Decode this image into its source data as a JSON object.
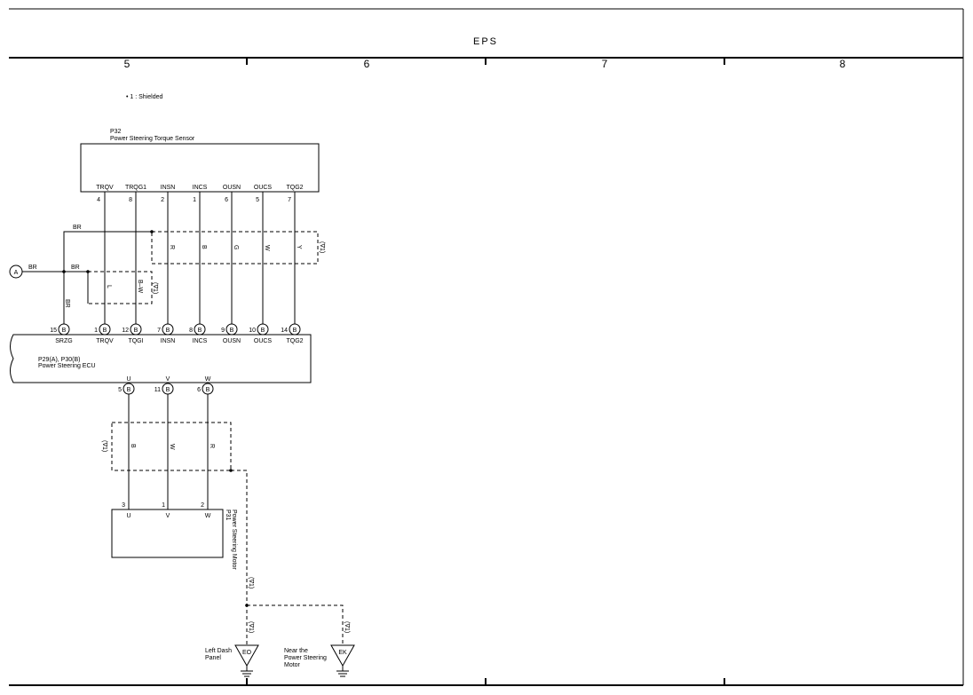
{
  "title": "EPS",
  "columns": [
    "5",
    "6",
    "7",
    "8"
  ],
  "legend": "• 1 : Shielded",
  "shield_mark": "(∇1)",
  "sensor": {
    "code": "P32",
    "name": "Power Steering Torque Sensor",
    "pins": [
      {
        "name": "TRQV",
        "num": "4"
      },
      {
        "name": "TRQG1",
        "num": "8"
      },
      {
        "name": "INSN",
        "num": "2"
      },
      {
        "name": "INCS",
        "num": "1"
      },
      {
        "name": "OUSN",
        "num": "6"
      },
      {
        "name": "OUCS",
        "num": "5"
      },
      {
        "name": "TQG2",
        "num": "7"
      }
    ]
  },
  "wire_colors_upper": [
    "L",
    "B–W",
    "R",
    "B",
    "G",
    "W",
    "Y"
  ],
  "br_labels": [
    "BR",
    "BR",
    "BR",
    "BR"
  ],
  "connector_a": "A",
  "connector_letter": "B",
  "ecu": {
    "code": "P29(A), P30(B)",
    "name": "Power Steering ECU",
    "top_pins": [
      {
        "name": "SRZG",
        "num": "15"
      },
      {
        "name": "TRQV",
        "num": "1"
      },
      {
        "name": "TQGI",
        "num": "12"
      },
      {
        "name": "INSN",
        "num": "7"
      },
      {
        "name": "INCS",
        "num": "8"
      },
      {
        "name": "OUSN",
        "num": "9"
      },
      {
        "name": "OUCS",
        "num": "10"
      },
      {
        "name": "TQG2",
        "num": "14"
      }
    ],
    "bottom_pins": [
      {
        "name": "U",
        "num": "5"
      },
      {
        "name": "V",
        "num": "11"
      },
      {
        "name": "W",
        "num": "6"
      }
    ]
  },
  "wire_colors_lower": [
    "B",
    "W",
    "R"
  ],
  "motor": {
    "code": "P31",
    "name": "Power Steering Motor",
    "pins": [
      {
        "name": "U",
        "num": "3"
      },
      {
        "name": "V",
        "num": "1"
      },
      {
        "name": "W",
        "num": "2"
      }
    ]
  },
  "grounds": [
    {
      "code": "EO",
      "label": "Left Dash Panel"
    },
    {
      "code": "EK",
      "label": "Near the Power Steering Motor"
    }
  ],
  "ground_labels": {
    "eo_1": "Left Dash",
    "eo_2": "Panel",
    "ek_1": "Near the",
    "ek_2": "Power Steering",
    "ek_3": "Motor"
  }
}
